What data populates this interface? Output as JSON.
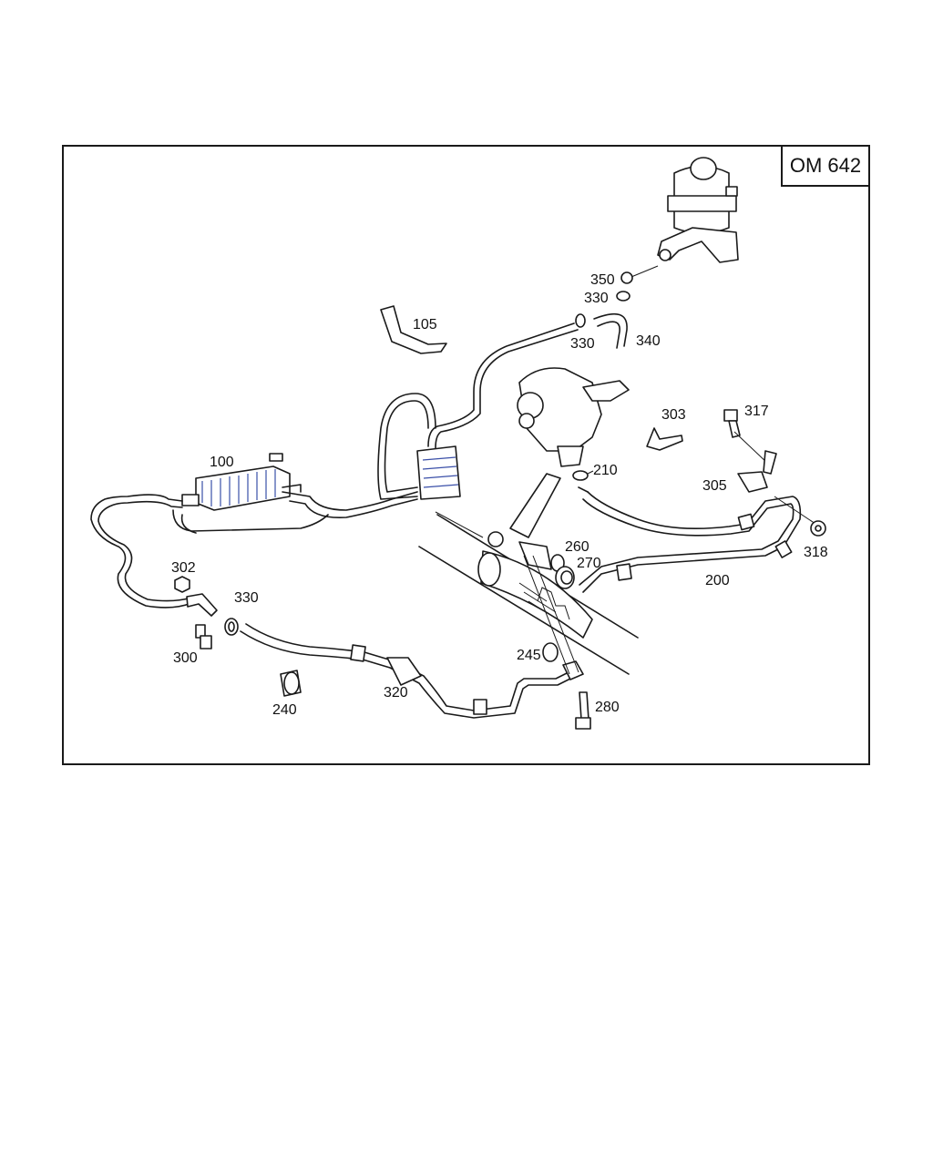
{
  "engine_label": "OM 642",
  "callouts": [
    {
      "id": "c350",
      "text": "350"
    },
    {
      "id": "c330a",
      "text": "330"
    },
    {
      "id": "c330b",
      "text": "330"
    },
    {
      "id": "c340",
      "text": "340"
    },
    {
      "id": "c105",
      "text": "105"
    },
    {
      "id": "c303",
      "text": "303"
    },
    {
      "id": "c317",
      "text": "317"
    },
    {
      "id": "c100",
      "text": "100"
    },
    {
      "id": "c210",
      "text": "210"
    },
    {
      "id": "c305",
      "text": "305"
    },
    {
      "id": "c318",
      "text": "318"
    },
    {
      "id": "c260",
      "text": "260"
    },
    {
      "id": "c270",
      "text": "270"
    },
    {
      "id": "c200",
      "text": "200"
    },
    {
      "id": "c302",
      "text": "302"
    },
    {
      "id": "c330c",
      "text": "330"
    },
    {
      "id": "c300",
      "text": "300"
    },
    {
      "id": "c245",
      "text": "245"
    },
    {
      "id": "c320",
      "text": "320"
    },
    {
      "id": "c280",
      "text": "280"
    },
    {
      "id": "c240",
      "text": "240"
    }
  ]
}
